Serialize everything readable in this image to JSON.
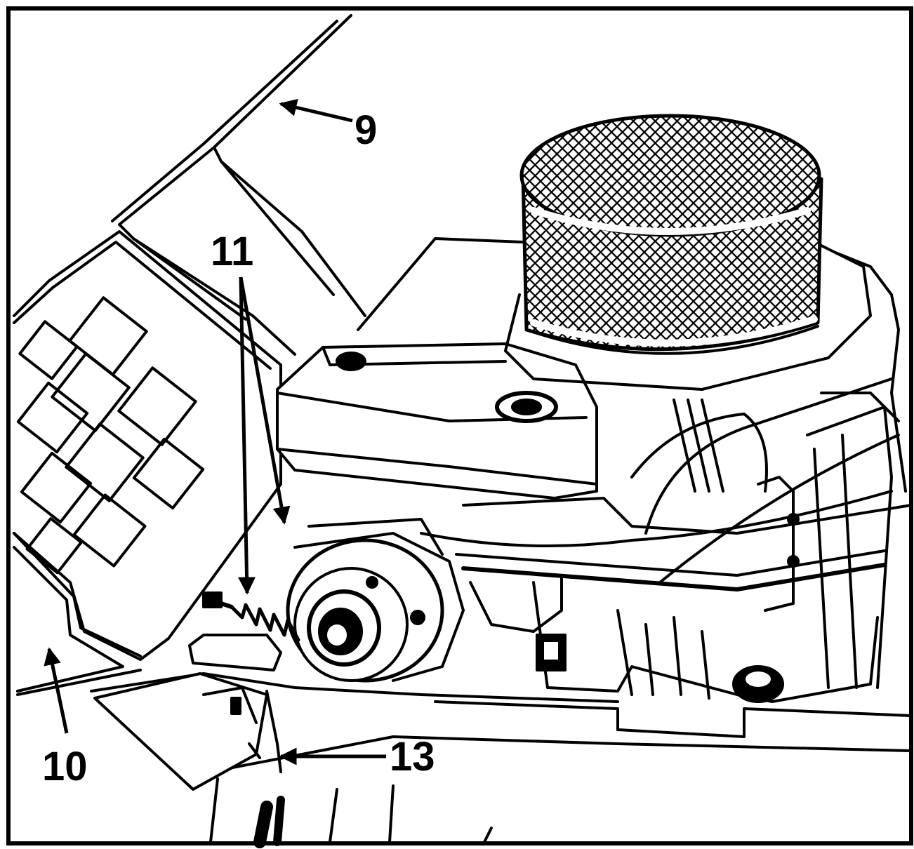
{
  "callouts": {
    "c9": "9",
    "c10": "10",
    "c11": "11",
    "c13": "13"
  }
}
